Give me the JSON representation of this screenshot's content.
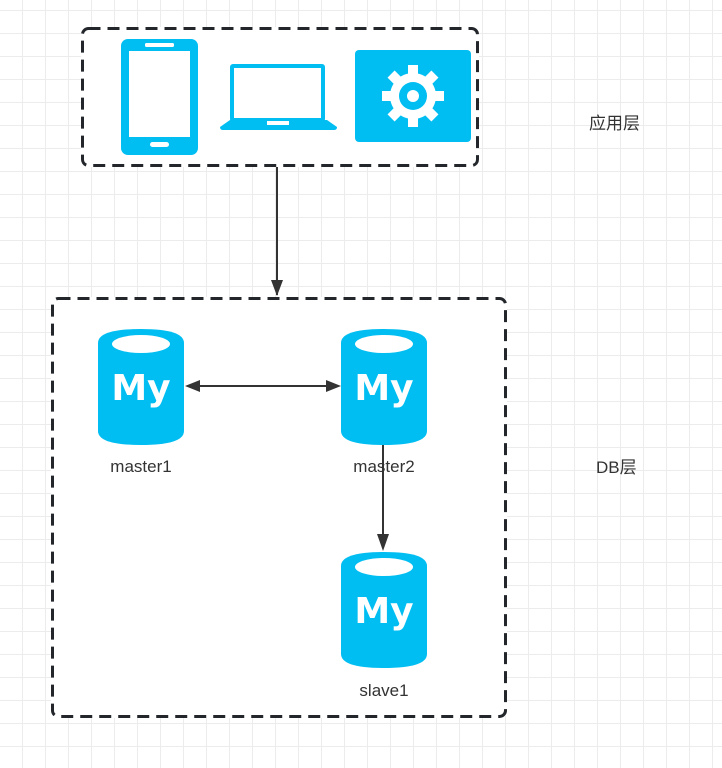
{
  "diagram": {
    "type": "architecture",
    "accent_color": "#00bef2",
    "line_color": "#333333",
    "groups": [
      {
        "id": "app-layer",
        "label": "应用层",
        "members": [
          "mobile-phone",
          "laptop",
          "settings-service"
        ]
      },
      {
        "id": "db-layer",
        "label": "DB层",
        "members": [
          "master1",
          "master2",
          "slave1"
        ]
      }
    ],
    "layer_labels": {
      "app": "应用层",
      "db": "DB层"
    },
    "app_icons": [
      {
        "id": "mobile-phone",
        "icon": "smartphone-icon"
      },
      {
        "id": "laptop",
        "icon": "laptop-icon"
      },
      {
        "id": "settings-service",
        "icon": "gear-icon"
      }
    ],
    "nodes": [
      {
        "id": "master1",
        "label": "master1",
        "icon": "mysql-database-icon",
        "icon_text": "My"
      },
      {
        "id": "master2",
        "label": "master2",
        "icon": "mysql-database-icon",
        "icon_text": "My"
      },
      {
        "id": "slave1",
        "label": "slave1",
        "icon": "mysql-database-icon",
        "icon_text": "My"
      }
    ],
    "edges": [
      {
        "from": "app-layer",
        "to": "db-layer",
        "direction": "forward"
      },
      {
        "from": "master1",
        "to": "master2",
        "direction": "bidirectional"
      },
      {
        "from": "master2",
        "to": "slave1",
        "direction": "forward"
      }
    ]
  }
}
